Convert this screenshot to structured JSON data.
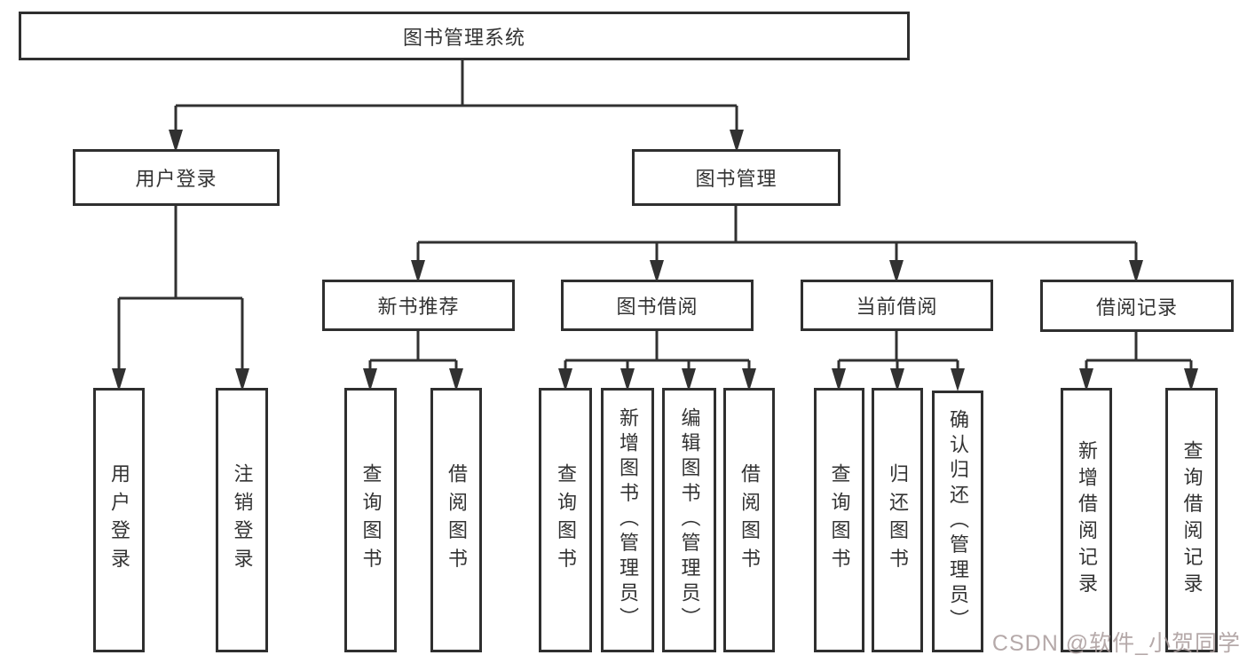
{
  "tree": {
    "root": {
      "label": "图书管理系统"
    },
    "level2": [
      {
        "label": "用户登录",
        "children": [
          {
            "label": "用户登录"
          },
          {
            "label": "注销登录"
          }
        ]
      },
      {
        "label": "图书管理",
        "children": [
          {
            "label": "新书推荐",
            "children": [
              {
                "label": "查询图书"
              },
              {
                "label": "借阅图书"
              }
            ]
          },
          {
            "label": "图书借阅",
            "children": [
              {
                "label": "查询图书"
              },
              {
                "label": "新增图书（管理员）"
              },
              {
                "label": "编辑图书（管理员）"
              },
              {
                "label": "借阅图书"
              }
            ]
          },
          {
            "label": "当前借阅",
            "children": [
              {
                "label": "查询图书"
              },
              {
                "label": "归还图书"
              },
              {
                "label": "确认归还（管理员）"
              }
            ]
          },
          {
            "label": "借阅记录",
            "children": [
              {
                "label": "新增借阅记录"
              },
              {
                "label": "查询借阅记录"
              }
            ]
          }
        ]
      }
    ]
  },
  "watermark": "CSDN @软件_小贺同学",
  "colors": {
    "line": "#313131",
    "box_border": "#2f2f2f",
    "text": "#333333",
    "watermark": "#a89a9a",
    "background": "#ffffff"
  }
}
